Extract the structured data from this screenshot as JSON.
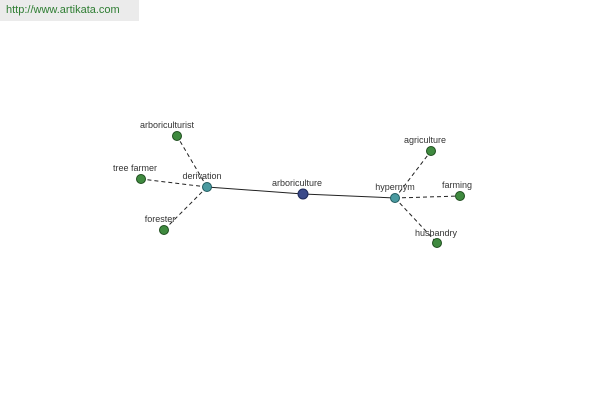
{
  "header": {
    "url": "http://www.artikata.com"
  },
  "colors": {
    "center_node": "#3b4a8a",
    "relation_node": "#4a9aa0",
    "leaf_node": "#3f8a3f",
    "link": "#222222",
    "url_text": "#2e7d32"
  },
  "graph": {
    "center": {
      "id": "arboriculture",
      "label": "arboriculture"
    },
    "relations": [
      {
        "id": "derivation",
        "label": "derivation",
        "children": [
          {
            "id": "arboriculturist",
            "label": "arboriculturist"
          },
          {
            "id": "tree-farmer",
            "label": "tree farmer"
          },
          {
            "id": "forester",
            "label": "forester"
          }
        ]
      },
      {
        "id": "hypernym",
        "label": "hypernym",
        "children": [
          {
            "id": "agriculture",
            "label": "agriculture"
          },
          {
            "id": "farming",
            "label": "farming"
          },
          {
            "id": "husbandry",
            "label": "husbandry"
          }
        ]
      }
    ]
  }
}
